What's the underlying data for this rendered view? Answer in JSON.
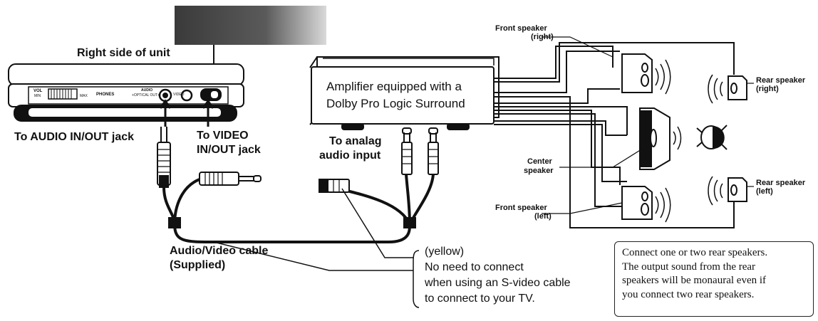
{
  "labels": {
    "right_side": "Right side of unit",
    "audio_jack": "To AUDIO IN/OUT jack",
    "video_jack_1": "To VIDEO",
    "video_jack_2": "IN/OUT jack",
    "analog_1": "To analag",
    "analog_2": "audio input",
    "amp_1": "Amplifier equipped with a",
    "amp_2": "Dolby Pro Logic Surround",
    "cable_1": "Audio/Video cable",
    "cable_2": "(Supplied)",
    "yellow_1": "(yellow)",
    "yellow_2": "No need to connect",
    "yellow_3": "when using an S-video cable",
    "yellow_4": "to connect to your TV.",
    "front_right_1": "Front speaker",
    "front_right_2": "(right)",
    "front_left_1": "Front speaker",
    "front_left_2": "(left)",
    "center_1": "Center",
    "center_2": "speaker",
    "rear_right_1": "Rear speaker",
    "rear_right_2": "(right)",
    "rear_left_1": "Rear speaker",
    "rear_left_2": "(left)"
  },
  "unit_panel": {
    "vol": "VOL",
    "min": "MIN",
    "max": "MAX",
    "phones": "PHONES",
    "audio": "AUDIO",
    "optical": "+OPTICAL OUT+",
    "video": "VIDEO"
  },
  "note": {
    "line1": "Connect one or two rear speakers.",
    "line2": "The output sound from the rear",
    "line3": "speakers will be monaural even if",
    "line4": "you connect two rear speakers."
  }
}
